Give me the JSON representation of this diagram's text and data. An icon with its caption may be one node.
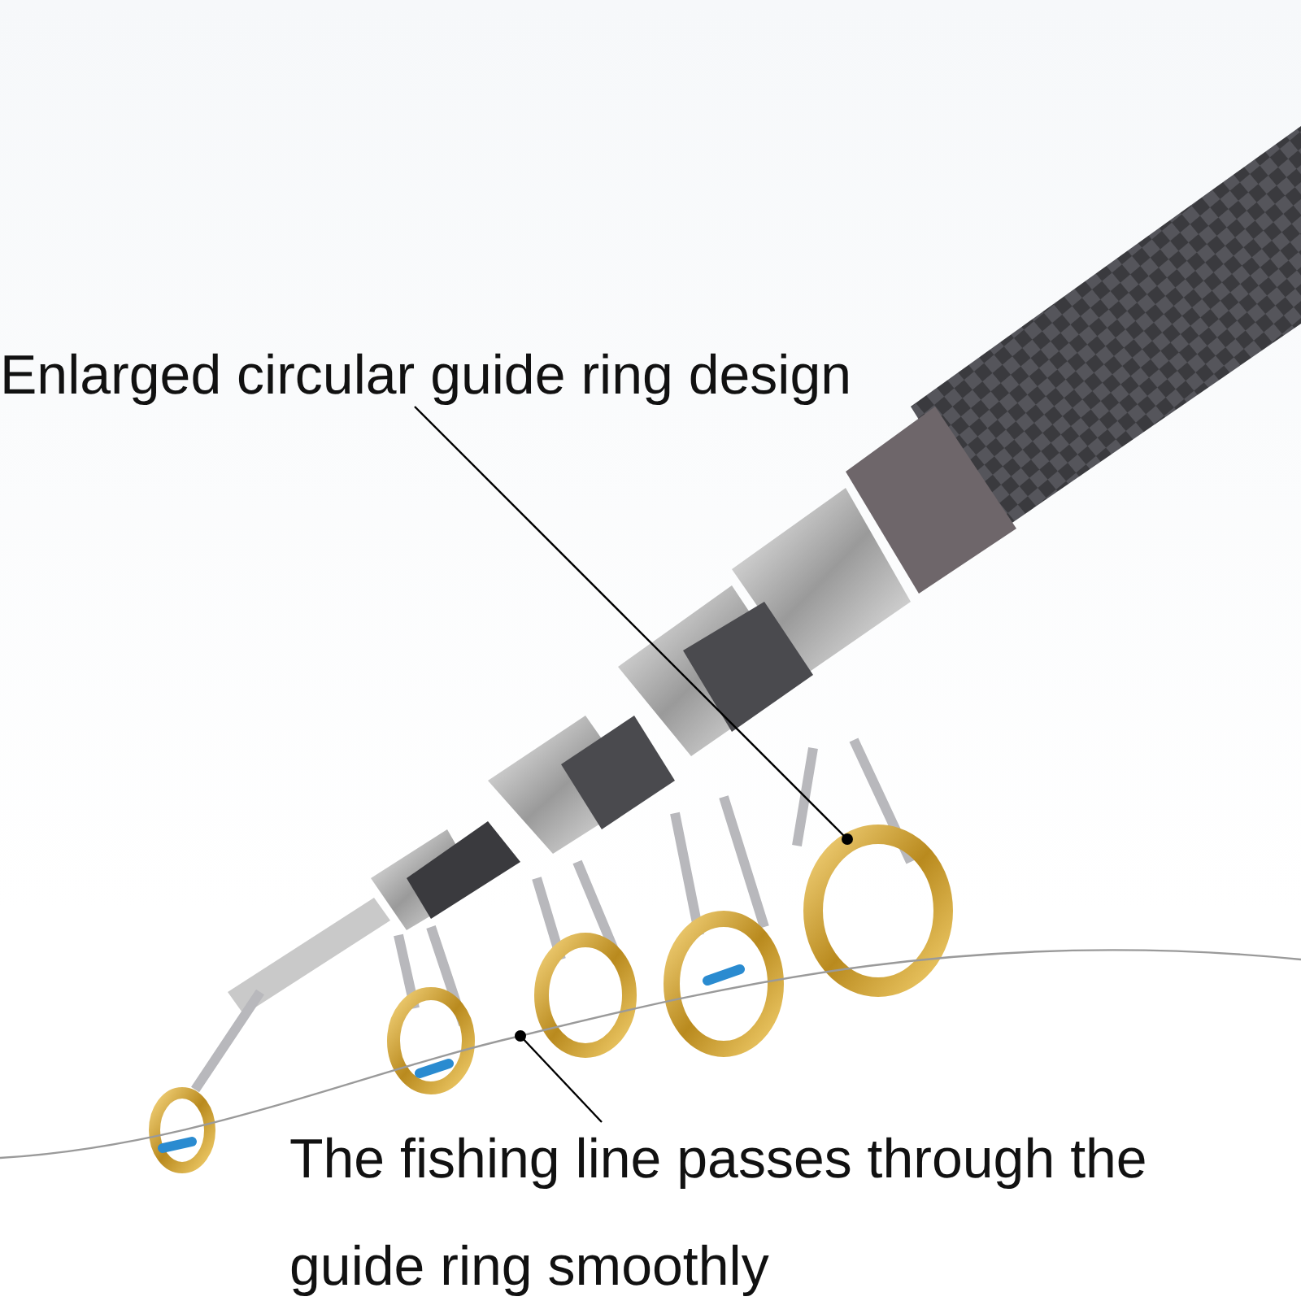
{
  "diagram": {
    "nodes": [
      {
        "text": [
          "Enlarged circular guide ring design"
        ]
      },
      {
        "text": [],
        "shape": "circle"
      },
      {
        "text": [
          "The fishing line passes through the guide ring smoothly"
        ]
      },
      {
        "text": [],
        "shape": "line"
      }
    ],
    "edges": [
      {
        "from": 0,
        "to": 1,
        "arrow": "other"
      },
      {
        "from": 2,
        "to": 3,
        "arrow": "other"
      }
    ]
  }
}
